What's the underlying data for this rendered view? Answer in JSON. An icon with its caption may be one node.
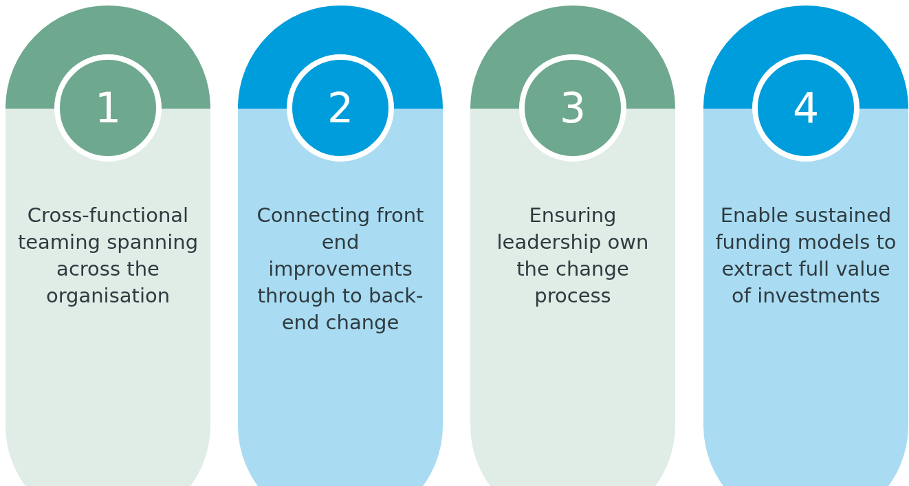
{
  "diagram": {
    "nodes": [
      {
        "text": [
          "Cross-functional teaming spanning across the organisation"
        ]
      },
      {
        "text": [
          "1"
        ],
        "in": 0
      },
      {
        "text": [
          "Connecting front end improvements through to back-end change"
        ]
      },
      {
        "text": [
          "2"
        ],
        "in": 2
      },
      {
        "text": [
          "Ensuring leadership own the change process"
        ]
      },
      {
        "text": [
          "3"
        ],
        "in": 4
      },
      {
        "text": [
          "Enable sustained funding models to extract full value of investments"
        ]
      },
      {
        "text": [
          "4"
        ],
        "in": 6
      }
    ]
  }
}
